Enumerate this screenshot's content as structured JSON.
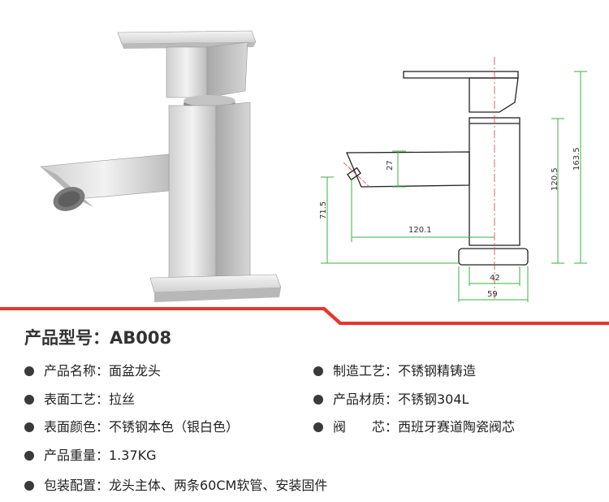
{
  "product": {
    "title": "产品型号：AB008"
  },
  "specs_left": [
    "产品名称：面盆龙头",
    "表面工艺：拉丝",
    "表面颜色：不锈钢本色（银白色）",
    "产品重量：1.37KG",
    "包装配置：龙头主体、两条60CM软管、安装固件"
  ],
  "specs_right": [
    "制造工艺：不锈钢精铸造",
    "产品材质：不锈钢304L",
    "阀　　芯：西班牙赛道陶瓷阀芯"
  ],
  "dimensions": {
    "spout_height": "27",
    "total_height": "163.5",
    "body_height": "120.5",
    "spout_clearance": "71.5",
    "spout_reach": "120.1",
    "body_width": "42",
    "base_width": "59"
  },
  "colors": {
    "accent_red": "#e8352a",
    "dimension_green": "#3cb043",
    "steel_light": "#e8e8e8",
    "steel_dark": "#9a9a9a"
  }
}
